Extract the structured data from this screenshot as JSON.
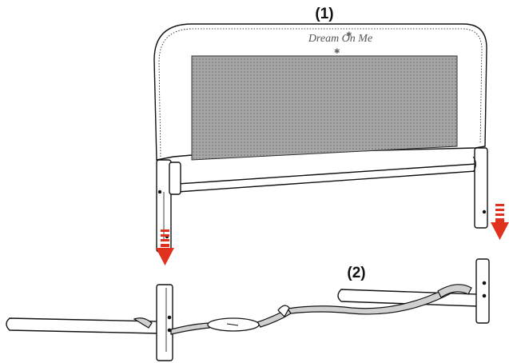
{
  "figure": {
    "step1_label": "(1)",
    "step2_label": "(2)",
    "brand_text": "Dream On Me"
  },
  "colors": {
    "line": "#111111",
    "mesh": "#9a9a9a",
    "arrow": "#e0301e",
    "strap": "#c8c8c8",
    "background": "#ffffff"
  },
  "icons": {
    "left_arrow": "down-arrow-icon",
    "right_arrow": "down-arrow-icon"
  }
}
